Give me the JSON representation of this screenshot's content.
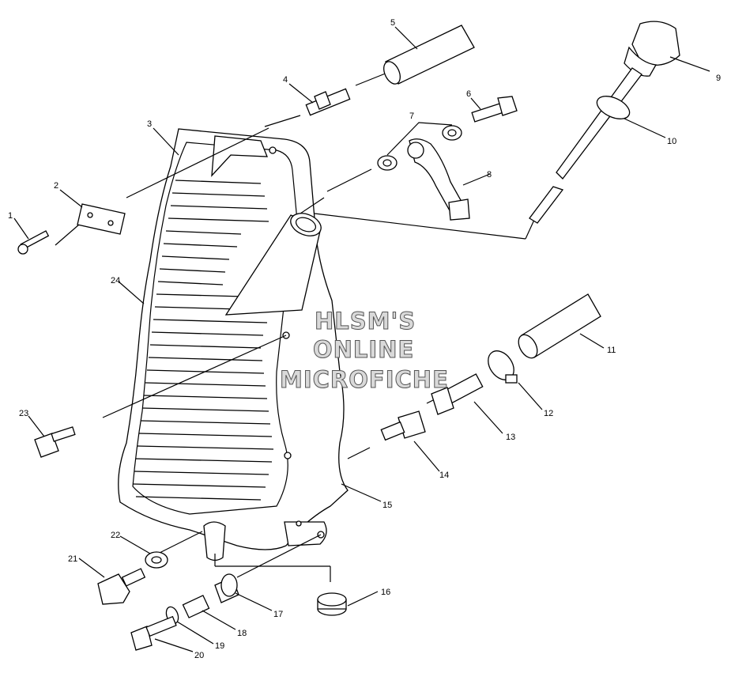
{
  "watermark": {
    "line1": "HLSM'S",
    "line2": "ONLINE",
    "line3": "MICROFICHE"
  },
  "callouts": [
    "1",
    "2",
    "3",
    "4",
    "5",
    "6",
    "7",
    "8",
    "9",
    "10",
    "11",
    "12",
    "13",
    "14",
    "15",
    "16",
    "17",
    "18",
    "19",
    "20",
    "21",
    "22",
    "23",
    "24"
  ]
}
